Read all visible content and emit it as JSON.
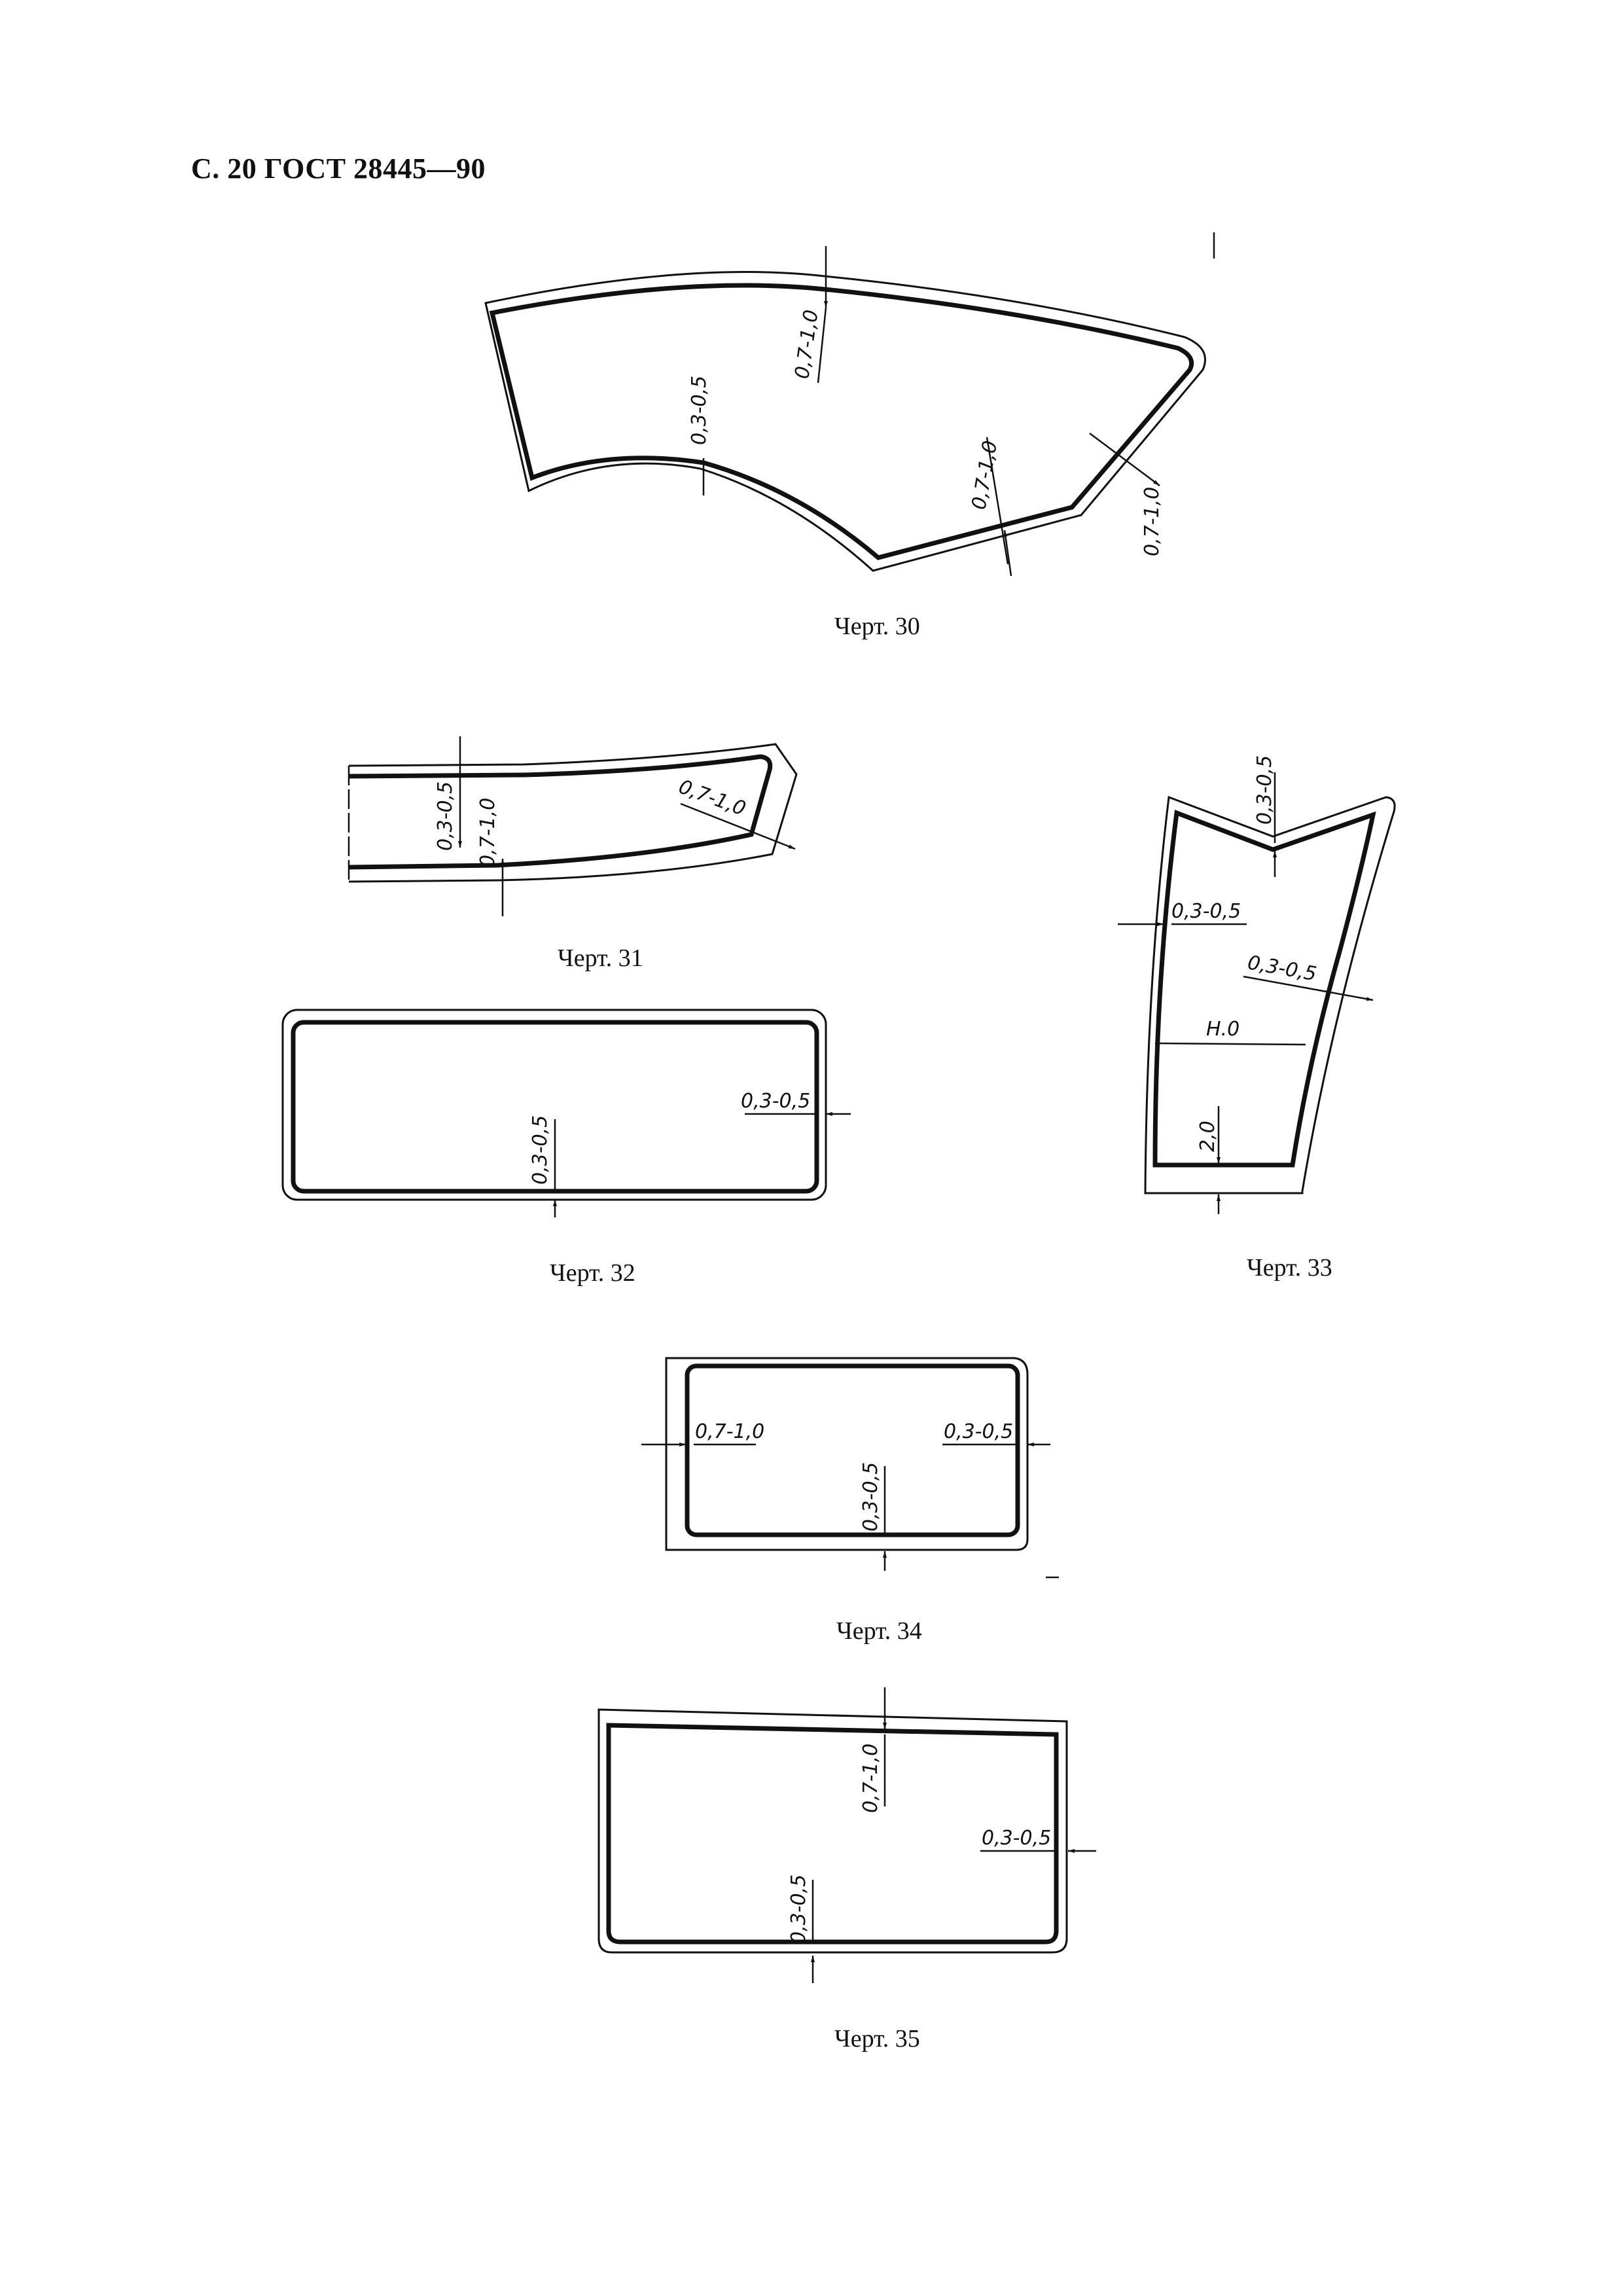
{
  "header": "С. 20 ГОСТ 28445—90",
  "figures": [
    {
      "id": "30",
      "caption": "Черт. 30",
      "dims": [
        "0,7-1,0",
        "0,3-0,5",
        "0,7-1,0",
        "0,7-1,0"
      ]
    },
    {
      "id": "31",
      "caption": "Черт. 31",
      "dims": [
        "0,3-0,5",
        "0,7-1,0",
        "0,7-1,0"
      ]
    },
    {
      "id": "32",
      "caption": "Черт. 32",
      "dims": [
        "0,3-0,5",
        "0,3-0,5"
      ]
    },
    {
      "id": "33",
      "caption": "Черт. 33",
      "dims": [
        "0,3-0,5",
        "0,3-0,5",
        "0,3-0,5",
        "Н.0",
        "2,0"
      ]
    },
    {
      "id": "34",
      "caption": "Черт. 34",
      "dims": [
        "0,7-1,0",
        "0,3-0,5",
        "0,3-0,5"
      ]
    },
    {
      "id": "35",
      "caption": "Черт. 35",
      "dims": [
        "0,7-1,0",
        "0,3-0,5",
        "0,3-0,5"
      ]
    }
  ]
}
